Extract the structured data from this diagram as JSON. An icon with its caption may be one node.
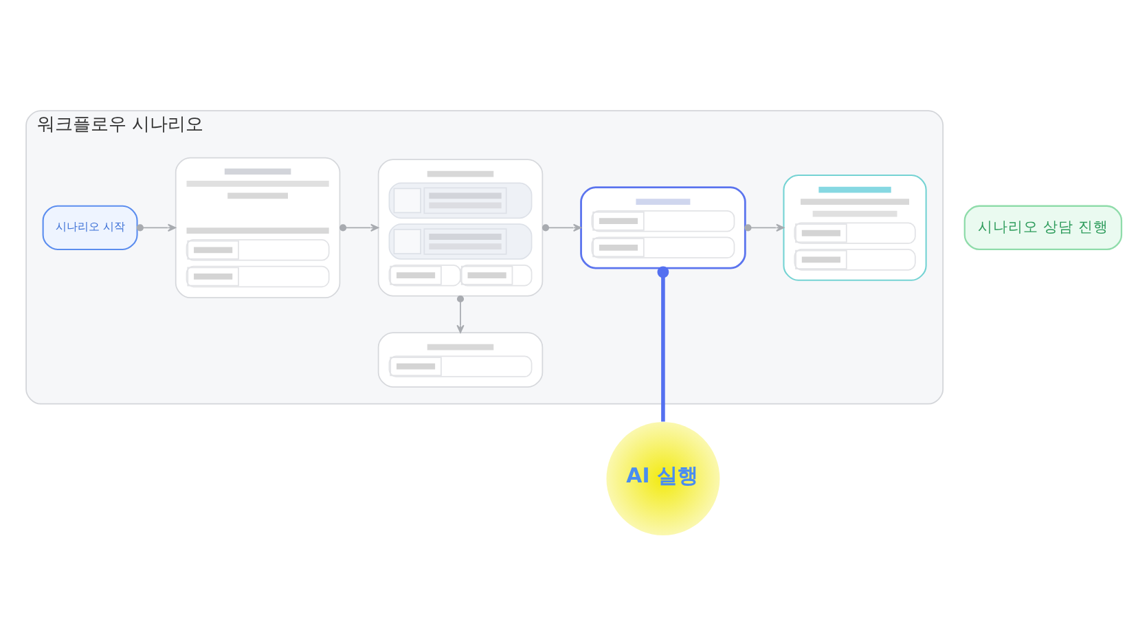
{
  "diagram": {
    "nodes": [
      {
        "text": [
          "워크플로우 시나리오"
        ]
      },
      {
        "text": [
          "시나리오 상담 진행"
        ]
      },
      {
        "text": [
          "시나리오 시작"
        ],
        "in": 0
      },
      {
        "text": [],
        "shape": "box",
        "in": 0
      },
      {
        "text": [],
        "shape": "box",
        "in": 0
      },
      {
        "text": [],
        "shape": "box",
        "in": 0
      },
      {
        "text": [],
        "shape": "box",
        "in": 0
      },
      {
        "text": [],
        "shape": "box",
        "in": 0
      },
      {
        "text": [
          "AI 실행"
        ]
      }
    ],
    "edges": [
      {
        "from": 2,
        "to": 3,
        "arrow": "to"
      },
      {
        "from": 3,
        "to": 4,
        "arrow": "to"
      },
      {
        "from": 4,
        "to": 5,
        "arrow": "to"
      },
      {
        "from": 4,
        "to": 6,
        "arrow": "to"
      },
      {
        "from": 6,
        "to": 7,
        "arrow": "to"
      },
      {
        "from": 6,
        "to": 8,
        "arrow": "other",
        "style": "thick",
        "color": "#5470f0"
      }
    ]
  }
}
